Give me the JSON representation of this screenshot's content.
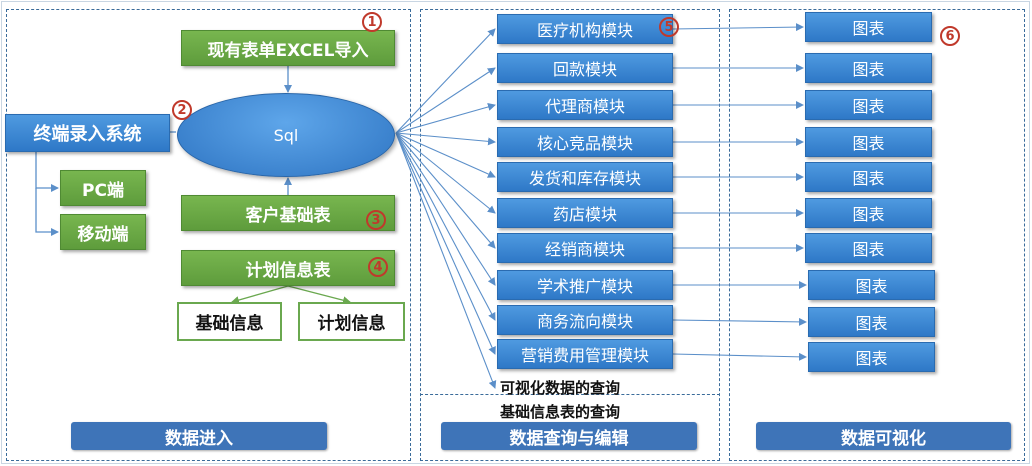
{
  "sections": {
    "left_footer": "数据进入",
    "middle_footer": "数据查询与编辑",
    "right_footer": "数据可视化"
  },
  "left": {
    "excel_import": "现有表单EXCEL导入",
    "sql": "Sql",
    "terminal_entry": "终端录入系统",
    "pc": "PC端",
    "mobile": "移动端",
    "customer_base_table": "客户基础表",
    "plan_info_table": "计划信息表",
    "basic_info": "基础信息",
    "plan_info": "计划信息"
  },
  "modules": [
    "医疗机构模块",
    "回款模块",
    "代理商模块",
    "核心竞品模块",
    "发货和库存模块",
    "药店模块",
    "经销商模块",
    "学术推广模块",
    "商务流向模块",
    "营销费用管理模块"
  ],
  "charts": [
    "图表",
    "图表",
    "图表",
    "图表",
    "图表",
    "图表",
    "图表",
    "图表",
    "图表",
    "图表"
  ],
  "queries": [
    "可视化数据的查询",
    "基础信息表的查询"
  ],
  "markers": [
    "1",
    "2",
    "3",
    "4",
    "5",
    "6"
  ],
  "colors": {
    "green": "#6aa84f",
    "blue": "#2e78c7",
    "footer": "#3e74b8",
    "marker": "#c0392b"
  }
}
